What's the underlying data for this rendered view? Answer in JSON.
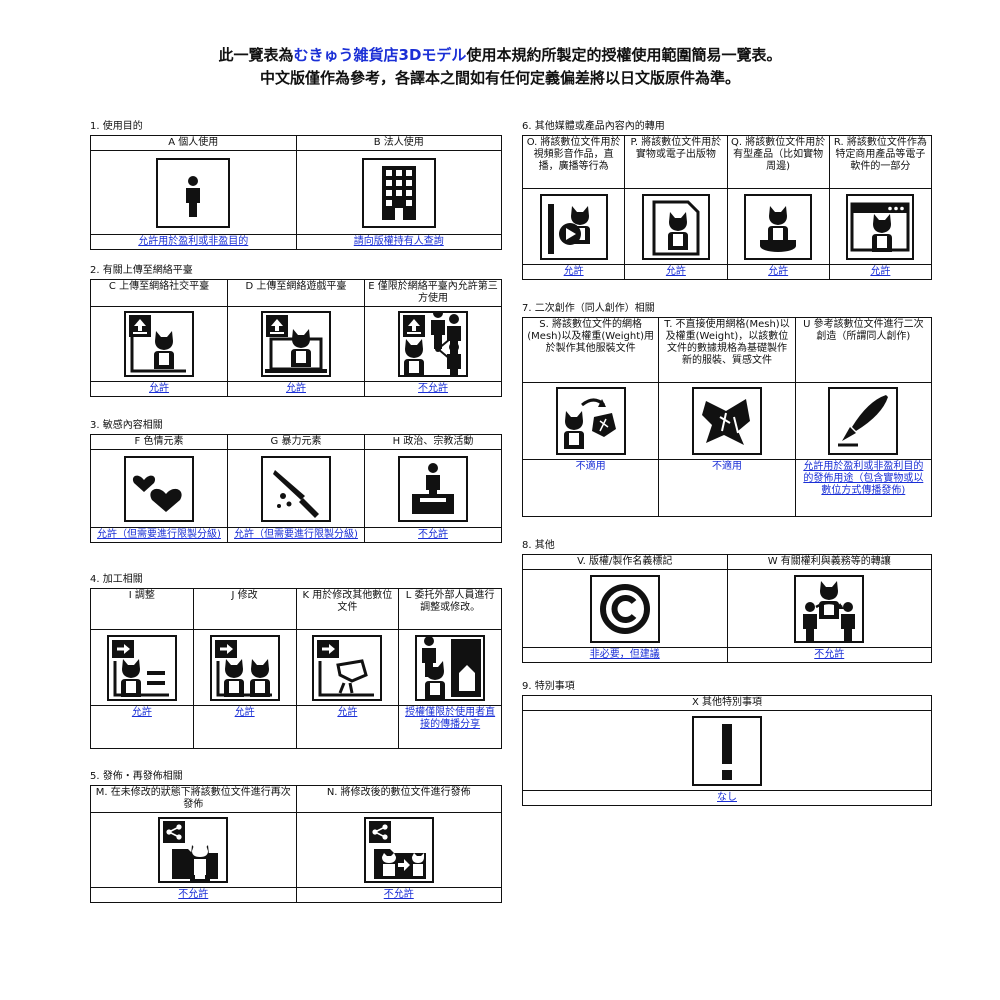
{
  "title": {
    "l1_pre": "此一覽表為",
    "l1_hl": "むきゅう雑貨店3Dモデル",
    "l1_post": "使用本規約所製定的授權使用範圍簡易一覽表。",
    "l2": "中文版僅作為參考，各譯本之間如有任何定義偏差將以日文版原件為準。"
  },
  "s1": {
    "h": "1. 使用目的",
    "a": "A 個人使用",
    "b": "B 法人使用",
    "va": "允許用於盈利或非盈目的",
    "vb": "請向版權持有人查詢"
  },
  "s2": {
    "h": "2. 有關上傳至網絡平臺",
    "c": "C 上傳至網絡社交平臺",
    "d": "D 上傳至網絡遊戲平臺",
    "e": "E 僅限於網絡平臺內允許第三方使用",
    "vc": "允許",
    "vd": "允許",
    "ve": "不允許"
  },
  "s3": {
    "h": "3. 敏感內容相關",
    "f": "F 色情元素",
    "g": "G 暴力元素",
    "hh": "H 政治、宗教活動",
    "vf": "允許（但需要進行限製分級)",
    "vg": "允許（但需要進行限製分級)",
    "vh": "不允許"
  },
  "s4": {
    "h": "4. 加工相關",
    "i": "I 調整",
    "j": "J 修改",
    "k": "K 用於修改其他數位文件",
    "l": "L 委托外部人員進行調整或修改。",
    "vi": "允許",
    "vj": "允許",
    "vk": "允許",
    "vl": "授權僅限於使用者直接的傳播分享"
  },
  "s5": {
    "h": "5. 發佈・再發佈相關",
    "m": "M. 在未修改的狀態下將該數位文件進行再次發佈",
    "n": "N. 將修改後的數位文件進行發佈",
    "vm": "不允許",
    "vn": "不允許"
  },
  "s6": {
    "h": "6. 其他媒體或產品內容內的轉用",
    "o": "O. 將該數位文件用於視頻影音作品，直播，廣播等行為",
    "p": "P. 將該數位文件用於實物或電子出版物",
    "q": "Q. 將該數位文件用於有型產品（比如實物周邊)",
    "r": "R. 將該數位文件作為特定商用產品等電子軟件的一部分",
    "vo": "允許",
    "vp": "允許",
    "vq": "允許",
    "vr": "允許"
  },
  "s7": {
    "h": "7. 二次創作（同人創作）相關",
    "s": "S. 將該數位文件的網格(Mesh)以及權重(Weight)用於製作其他服裝文件",
    "t": "T. 不直接使用網格(Mesh)以及權重(Weight)，以該數位文件的數據規格為基礎製作新的服裝、質感文件",
    "u": "U 參考該數位文件進行二次創造（所謂同人創作)",
    "vs": "不適用",
    "vt": "不適用",
    "vu": "允許用於盈利或非盈利目的的發佈用途（包含實物或以數位方式傳播發佈)"
  },
  "s8": {
    "h": "8. 其他",
    "v": "V. 版權/製作名義標記",
    "w": "W 有關權利與義務等的轉讓",
    "vv": "非必要，但建議",
    "vw": "不允許"
  },
  "s9": {
    "h": "9. 特別事項",
    "x": "X 其他特別事項",
    "vx": "なし"
  },
  "icons": [
    "person-icon",
    "building-icon",
    "upload-social-icon",
    "upload-game-icon",
    "upload-share-icon",
    "hearts-icon",
    "knife-icon",
    "podium-icon",
    "adjust-icon",
    "modify-icon",
    "combine-icon",
    "outsource-icon",
    "share-folder-icon",
    "share-modified-icon",
    "video-icon",
    "print-icon",
    "figure-icon",
    "software-icon",
    "mesh-reuse-icon",
    "cloth-icon",
    "pen-icon",
    "copyright-icon",
    "transfer-icon",
    "warning-icon"
  ],
  "colors": {
    "accent": "#1a2fd6",
    "text": "#111111",
    "border": "#111111"
  }
}
